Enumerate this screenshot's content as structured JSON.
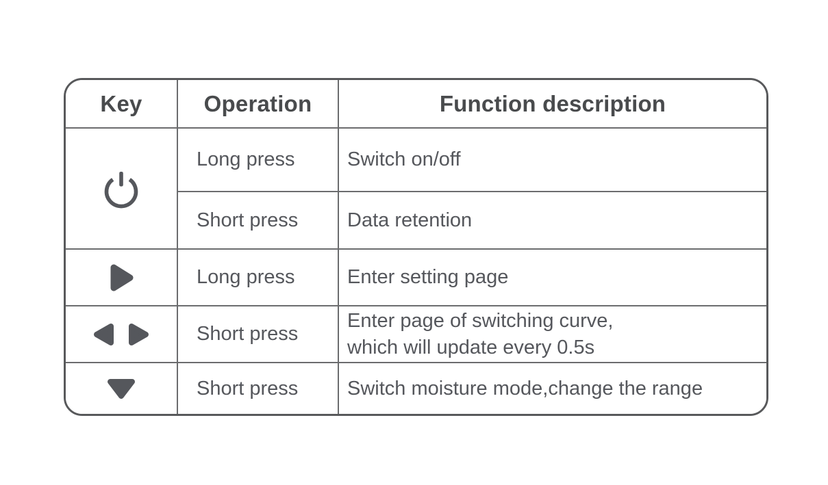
{
  "table": {
    "headers": [
      {
        "label": "Key"
      },
      {
        "label": "Operation"
      },
      {
        "label": "Function description"
      }
    ],
    "rows": [
      {
        "key_icon": "power-icon",
        "operation": "Long press",
        "function": "Switch on/off"
      },
      {
        "key_icon": "power-icon",
        "operation": "Short press",
        "function": "Data retention"
      },
      {
        "key_icon": "right-arrow-icon",
        "operation": "Long press",
        "function": "Enter setting page"
      },
      {
        "key_icon": "left-right-arrows-icon",
        "operation": "Short press",
        "function": "Enter page of switching curve,\nwhich will update every 0.5s"
      },
      {
        "key_icon": "down-arrow-icon",
        "operation": "Short press",
        "function": "Switch moisture mode,change the range"
      }
    ],
    "colors": {
      "outer_border": "#58595b",
      "inner_border": "#6b6c6e",
      "header_text": "#494b4d",
      "body_text": "#55575c",
      "icon": "#55575c",
      "background": "#ffffff"
    }
  }
}
